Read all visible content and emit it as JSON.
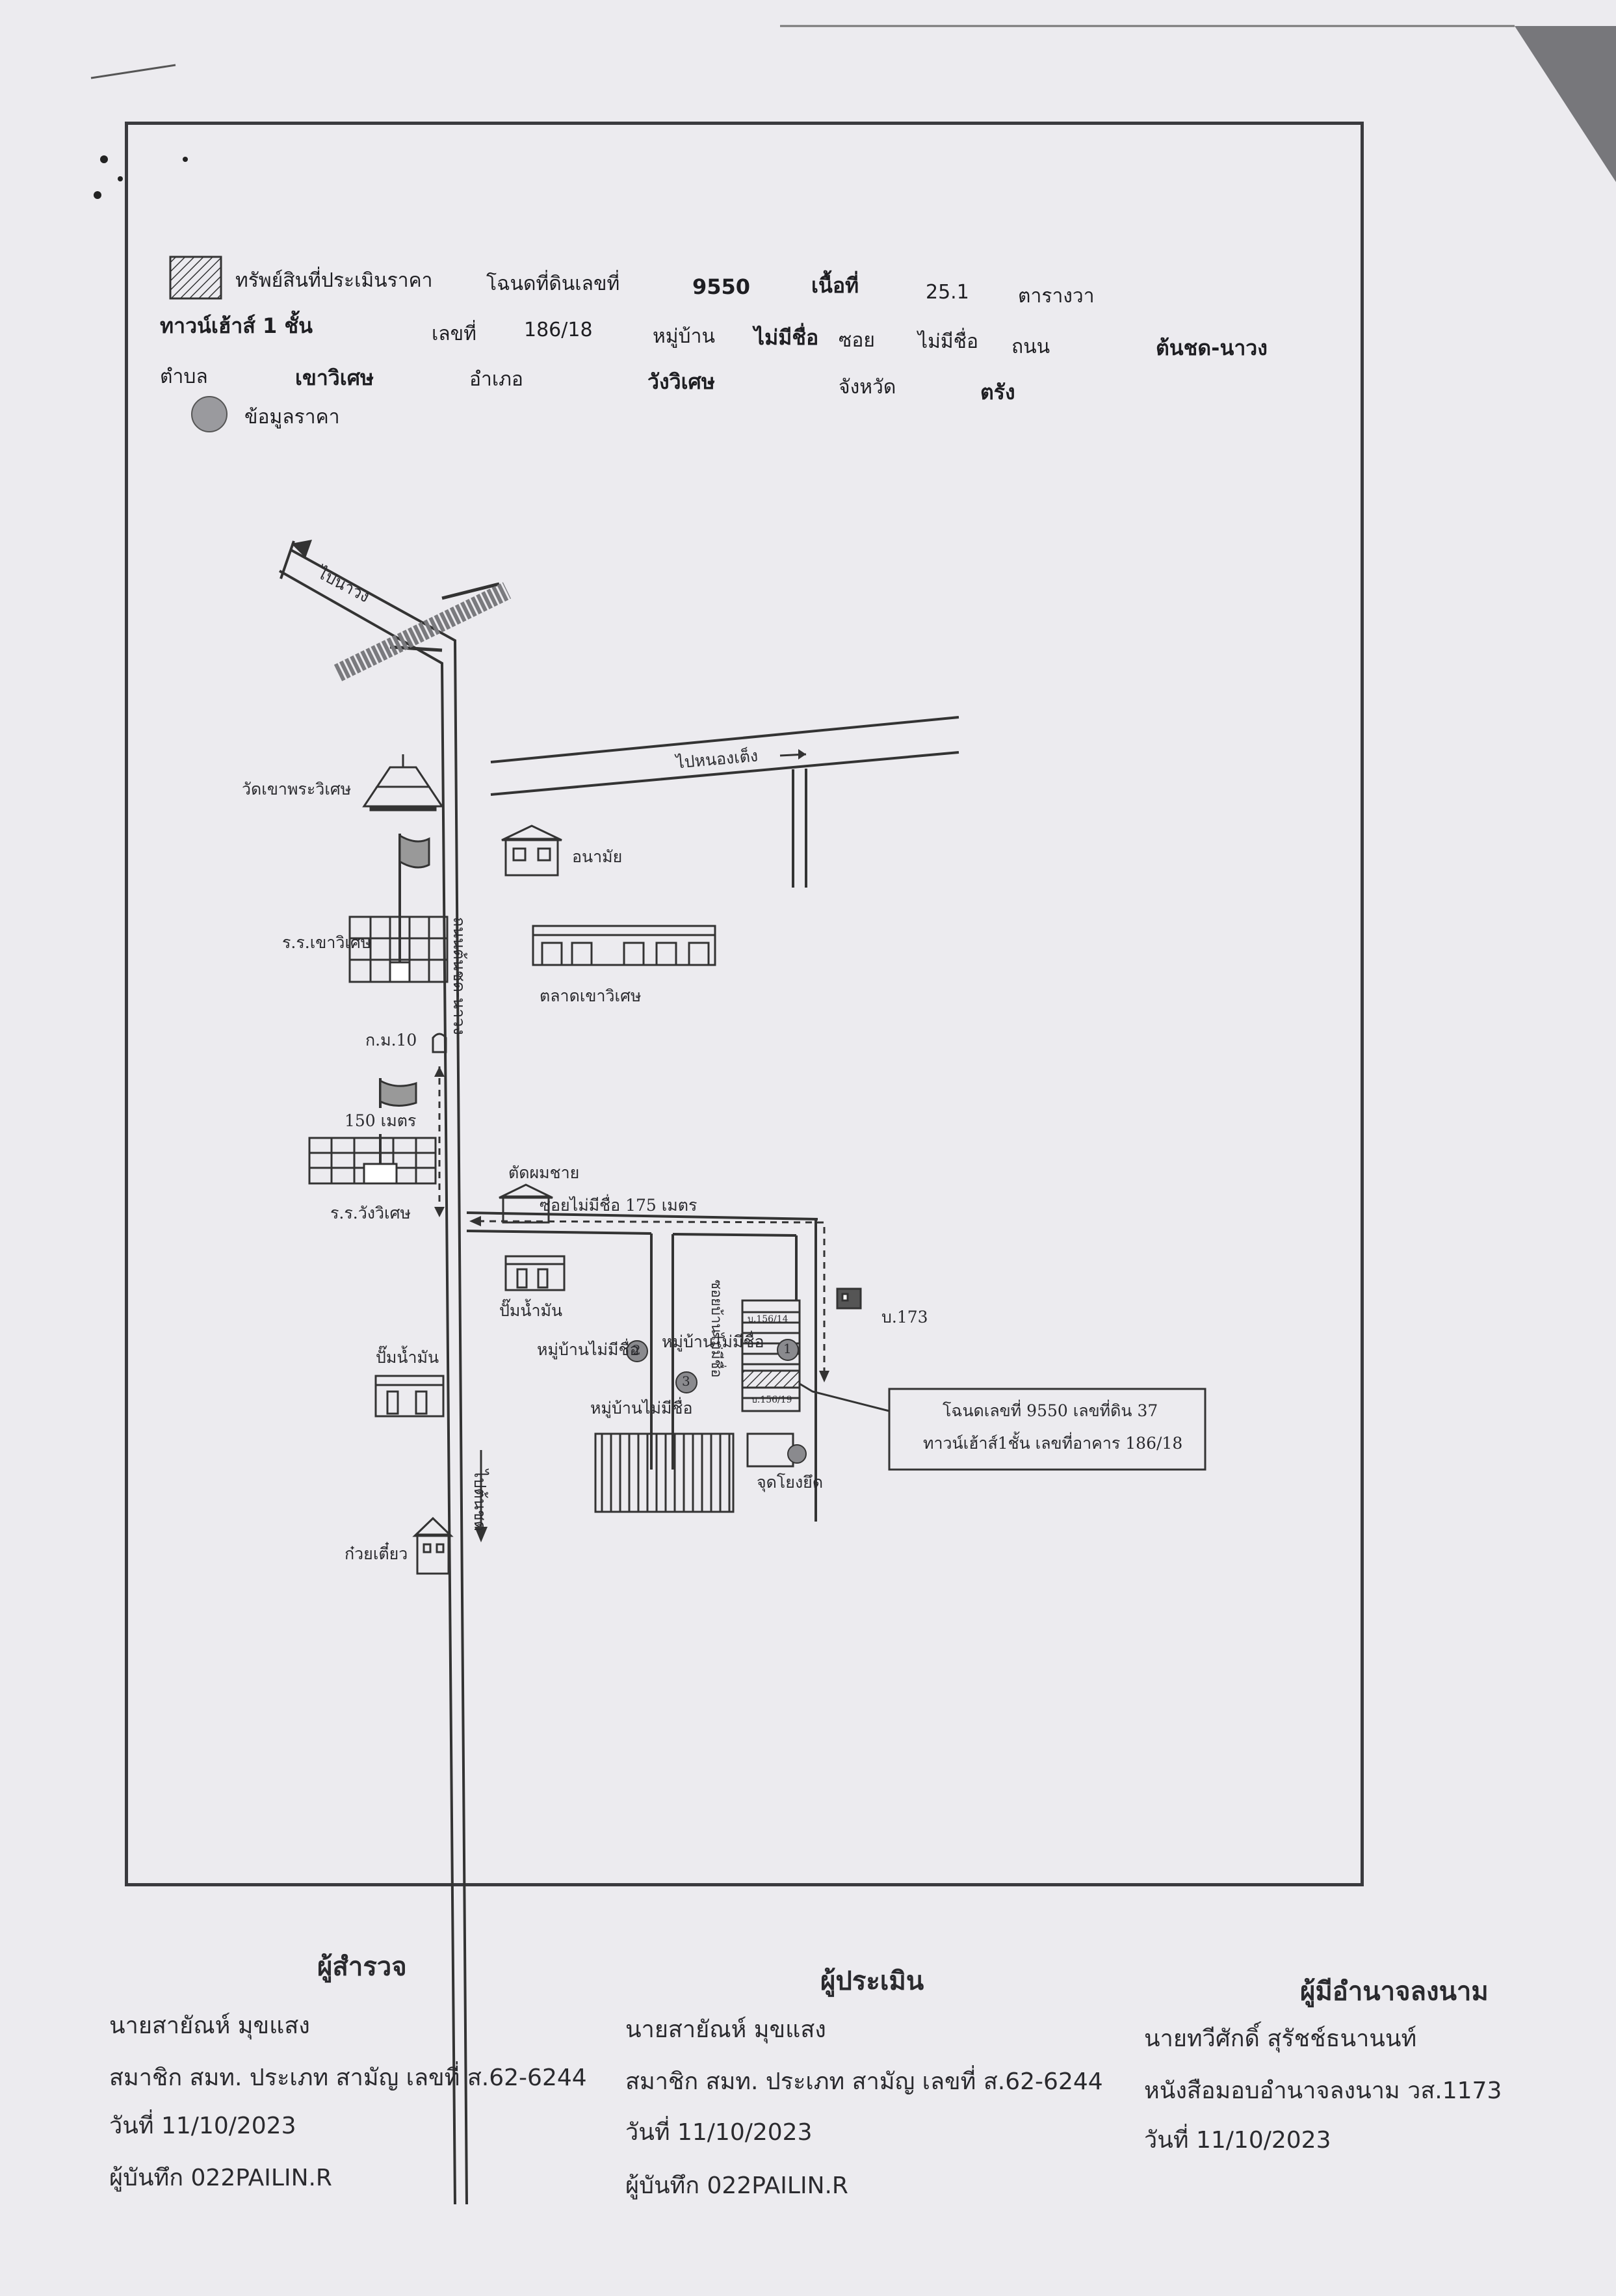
{
  "legend": {
    "subject_label": "ทรัพย์สินที่ประเมินราคา",
    "price_label": "ข้อมูลราคา"
  },
  "property": {
    "deed_label": "โฉนดที่ดินเลขที่",
    "deed_no": "9550",
    "area_label": "เนื้อที่",
    "area_value": "25.1",
    "area_unit": "ตารางวา",
    "type": "ทาวน์เฮ้าส์ 1 ชั้น",
    "house_no_label": "เลขที่",
    "house_no": "186/18",
    "village_label": "หมู่บ้าน",
    "village": "ไม่มีชื่อ",
    "soi_label": "ซอย",
    "soi": "ไม่มีชื่อ",
    "road_label": "ถนน",
    "road": "ต้นชด-นาวง",
    "subdistrict_label": "ตำบล",
    "subdistrict": "เขาวิเศษ",
    "district_label": "อำเภอ",
    "district": "วังวิเศษ",
    "province_label": "จังหวัด",
    "province": "ตรัง"
  },
  "map": {
    "to_nawong": "ไปนาวง",
    "to_nongtang": "ไปหนองเต็ง",
    "temple": "วัดเขาพระวิเศษ",
    "school_khaowiset": "ร.ร.เขาวิเศษ",
    "health_center": "อนามัย",
    "market": "ตลาดเขาวิเศษ",
    "road_name": "ถนนต้นชด-นาวง",
    "km_marker": "ก.ม.10",
    "distance_150": "150 เมตร",
    "school_wangwiset": "ร.ร.วังวิเศษ",
    "barber": "ตัดผมชาย",
    "soi_distance": "ซอยไม่มีชื่อ 175 เมตร",
    "gas_station_1": "ปั๊มน้ำมัน",
    "gas_station_2": "ปั๊มน้ำมัน",
    "village_unnamed_1": "หมู่บ้านไม่มีชื่อ",
    "village_unnamed_2": "หมู่บ้านไม่มีชื่อ",
    "village_unnamed_3": "หมู่บ้านไม่มีชื่อ",
    "to_tonchot": "ไปต้นชด",
    "noodle_shop": "ก๋วยเตี๋ยว",
    "house_173": "บ.173",
    "plot_upper": "บ.156/14",
    "plot_lower": "บ.156/19",
    "soi_vertical": "ซอยบ้านไม่มีชื่อ",
    "subject_point": "จุดโยงยึด",
    "callout_line1": "โฉนดเลขที่ 9550 เลขที่ดิน 37",
    "callout_line2": "ทาวน์เฮ้าส์1ชั้น เลขที่อาคาร 186/18",
    "marker_1": "1",
    "marker_2": "2",
    "marker_3": "3"
  },
  "signatures": {
    "surveyor": {
      "title": "ผู้สำรวจ",
      "name": "นายสายัณห์ มุขแสง",
      "member": "สมาชิก สมท. ประเภท สามัญ เลขที่ ส.62-6244",
      "date": "วันที่ 11/10/2023",
      "recorder": "ผู้บันทึก 022PAILIN.R"
    },
    "appraiser": {
      "title": "ผู้ประเมิน",
      "name": "นายสายัณห์ มุขแสง",
      "member": "สมาชิก สมท. ประเภท สามัญ เลขที่ ส.62-6244",
      "date": "วันที่ 11/10/2023",
      "recorder": "ผู้บันทึก 022PAILIN.R"
    },
    "authorized": {
      "title": "ผู้มีอำนาจลงนาม",
      "name": "นายทวีศักดิ์ สุรัชช์ธนานนท์",
      "authority": "หนังสือมอบอำนาจลงนาม วส.1173",
      "date": "วันที่ 11/10/2023"
    }
  }
}
